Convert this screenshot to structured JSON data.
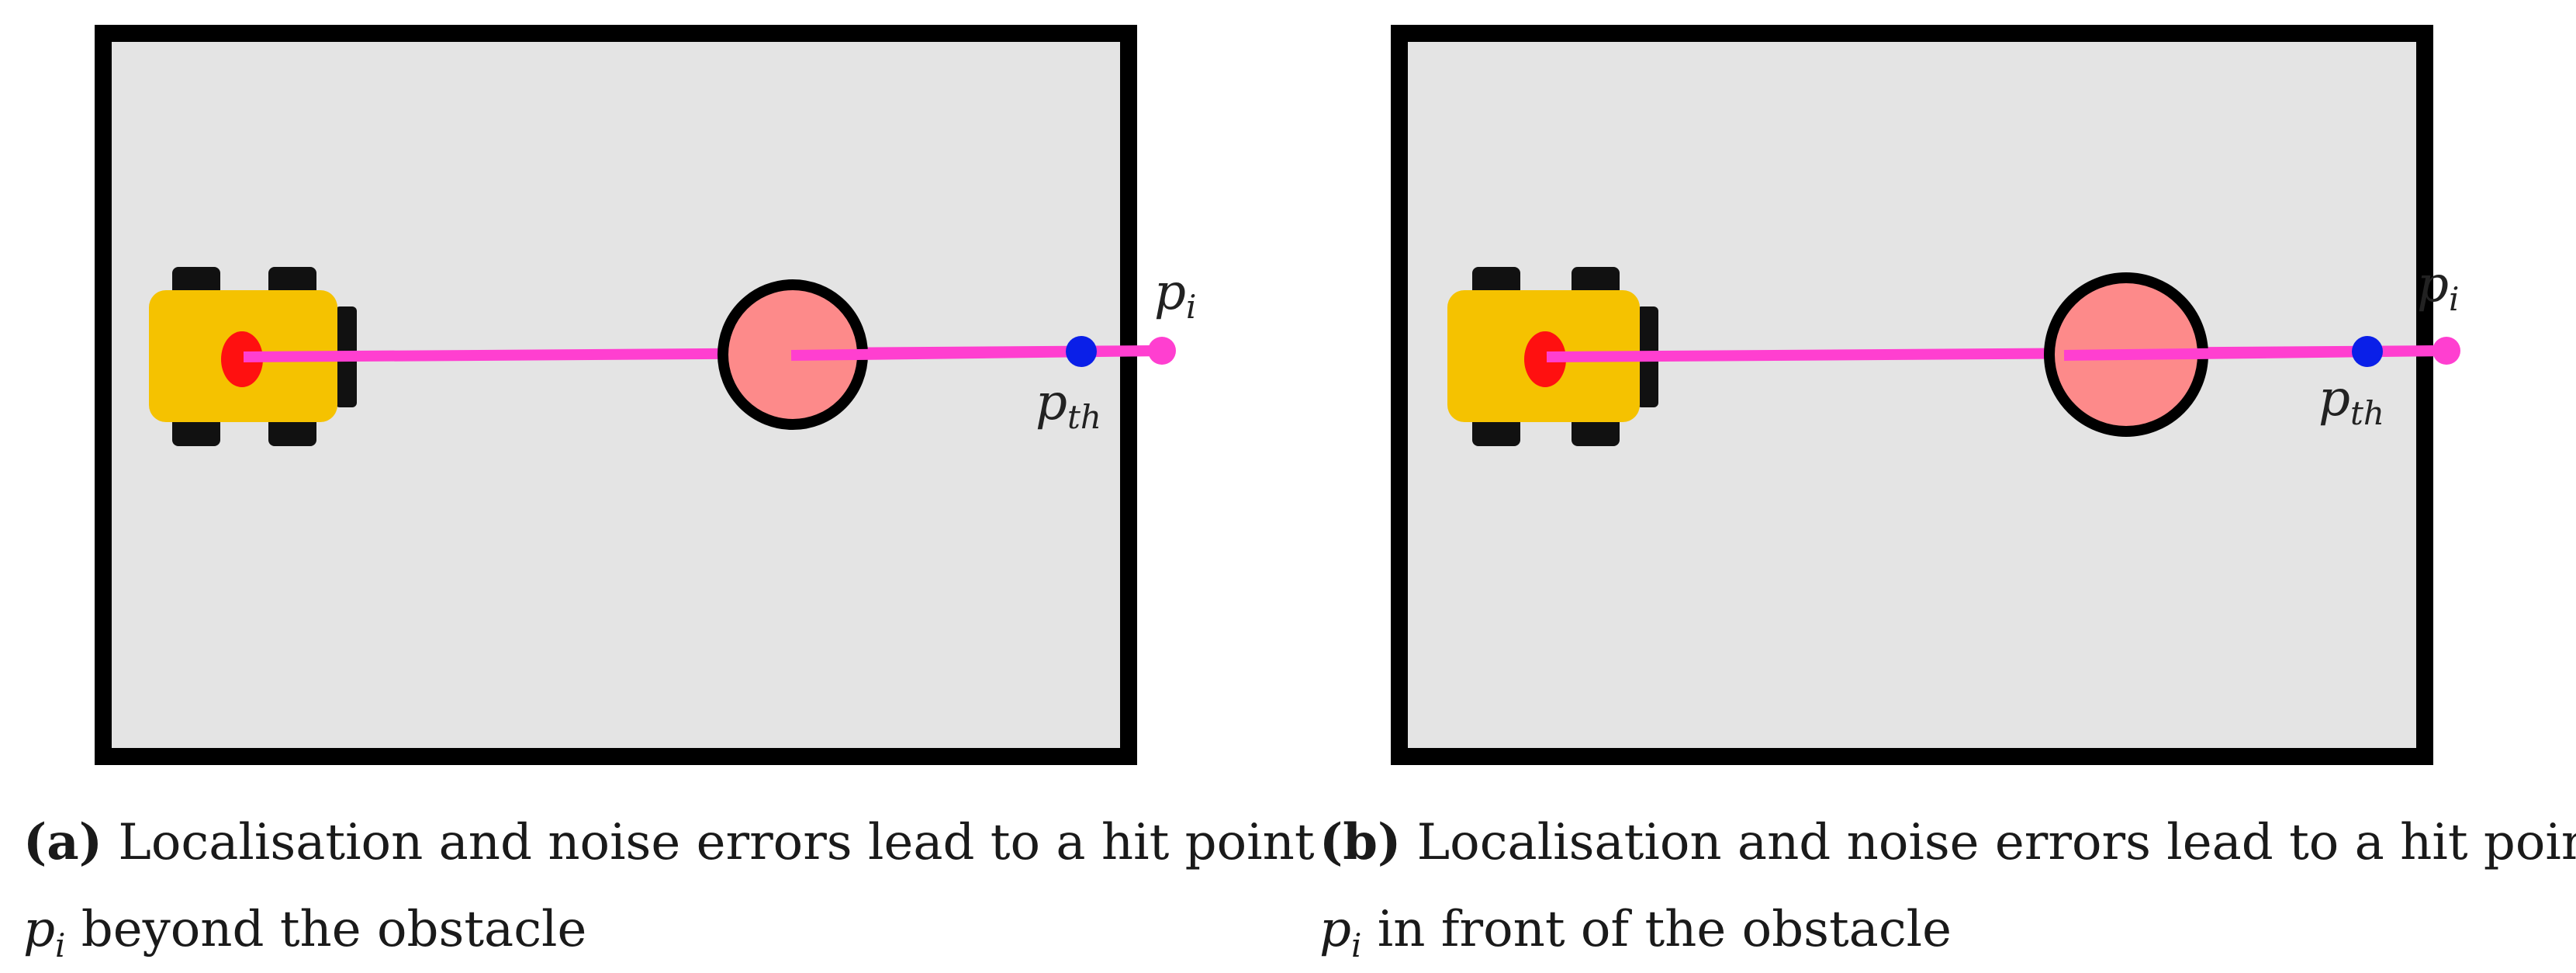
{
  "colors": {
    "arena_fill": "#e4e4e4",
    "arena_border": "#000000",
    "robot_body": "#f5c200",
    "robot_wheels": "#111111",
    "robot_center": "#ff1010",
    "ray": "#ff3fd0",
    "obstacle_fill": "#fd8a8a",
    "obstacle_border": "#000000",
    "threshold_point": "#0a1fe8",
    "hit_point": "#ff3fd0"
  },
  "panels": [
    {
      "tag": "(a)",
      "caption_line1": "Localisation and noise errors lead to a hit point",
      "caption_symbol": "p",
      "caption_symbol_sub": "i",
      "caption_line2_rest": " beyond the obstacle",
      "hit_label": "p",
      "hit_label_sub": "i",
      "threshold_label": "p",
      "threshold_label_sub": "th"
    },
    {
      "tag": "(b)",
      "caption_line1": "Localisation and noise errors lead to a hit point",
      "caption_symbol": "p",
      "caption_symbol_sub": "i",
      "caption_line2_rest": " in front of the obstacle",
      "hit_label": "p",
      "hit_label_sub": "i",
      "threshold_label": "p",
      "threshold_label_sub": "th"
    }
  ]
}
